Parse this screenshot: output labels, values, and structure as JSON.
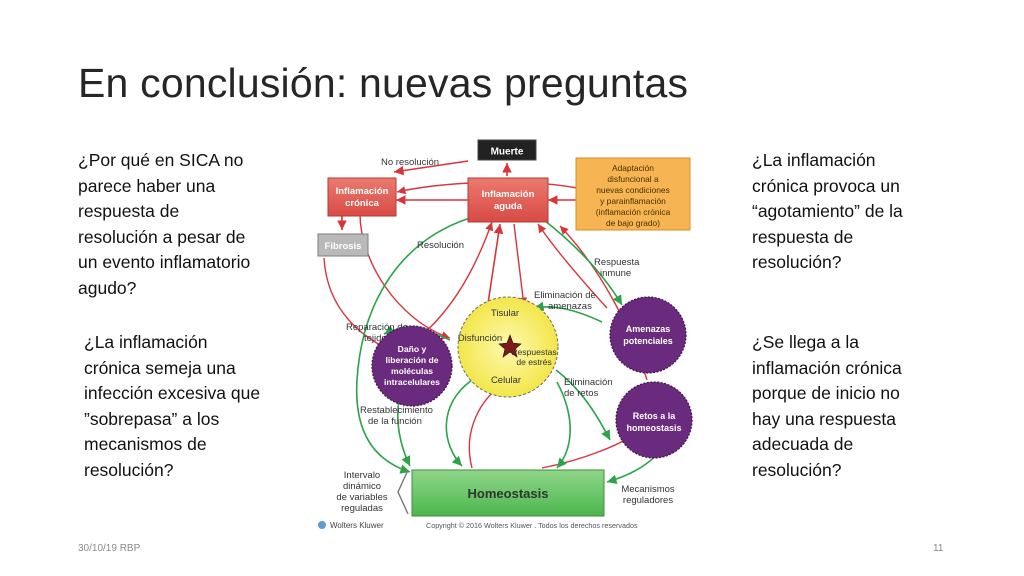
{
  "slide": {
    "title": "En conclusión: nuevas preguntas",
    "questions_left": [
      "¿Por qué en SICA no parece haber una respuesta de resolución a pesar de un evento inflamatorio agudo?",
      "¿La inflamación crónica semeja una infección excesiva que ”sobrepasa” a los mecanismos de resolución?"
    ],
    "questions_right": [
      "¿La inflamación crónica provoca un “agotamiento” de la respuesta de resolución?",
      "¿Se llega a la inflamación crónica porque de inicio no hay una respuesta adecuada de resolución?"
    ],
    "footer_date": "30/10/19 RBP",
    "page_number": "11"
  },
  "diagram": {
    "nodes": {
      "muerte": "Muerte",
      "inflamacion_cronica": [
        "Inflamación",
        "crónica"
      ],
      "inflamacion_aguda": [
        "Inflamación",
        "aguda"
      ],
      "adaptacion": [
        "Adaptación",
        "disfuncional a",
        "nuevas condiciones",
        "y parainflamación",
        "(inflamación crónica",
        "de bajo grado)"
      ],
      "fibrosis": "Fibrosis",
      "amenazas": [
        "Amenazas",
        "potenciales"
      ],
      "dano": [
        "Daño y",
        "liberación de",
        "moléculas",
        "intracelulares"
      ],
      "retos": [
        "Retos a la",
        "homeostasis"
      ],
      "homeostasis": "Homeostasis",
      "disfuncion": "Disfunción",
      "tisular": "Tisular",
      "celular": "Celular",
      "respuestas_estres": [
        "Respuestas",
        "de estrés"
      ]
    },
    "labels": {
      "no_resolucion": "No resolución",
      "resolucion": "Resolución",
      "respuesta_inmune": [
        "Respuesta",
        "inmune"
      ],
      "eliminacion_amenazas": [
        "Eliminación de",
        "amenazas"
      ],
      "reparacion": [
        "Reparación de",
        "tejidos"
      ],
      "eliminacion_retos": [
        "Eliminación",
        "de retos"
      ],
      "restablecimiento": [
        "Restablecimiento",
        "de la función"
      ],
      "intervalo": [
        "Intervalo",
        "dinámico",
        "de variables",
        "reguladas"
      ],
      "mecanismos": [
        "Mecanismos",
        "reguladores"
      ],
      "publisher": "Wolters Kluwer",
      "copyright": "Copyright © 2016 Wolters Kluwer . Todos los derechos reservados"
    },
    "colors": {
      "red_box": "#e05a52",
      "orange_box": "#f6b552",
      "purple": "#6a2a7d",
      "green": "#59bf57",
      "red_arrow": "#d8353a",
      "green_arrow": "#2aa34a",
      "yellow": "#f6ef5e"
    }
  }
}
